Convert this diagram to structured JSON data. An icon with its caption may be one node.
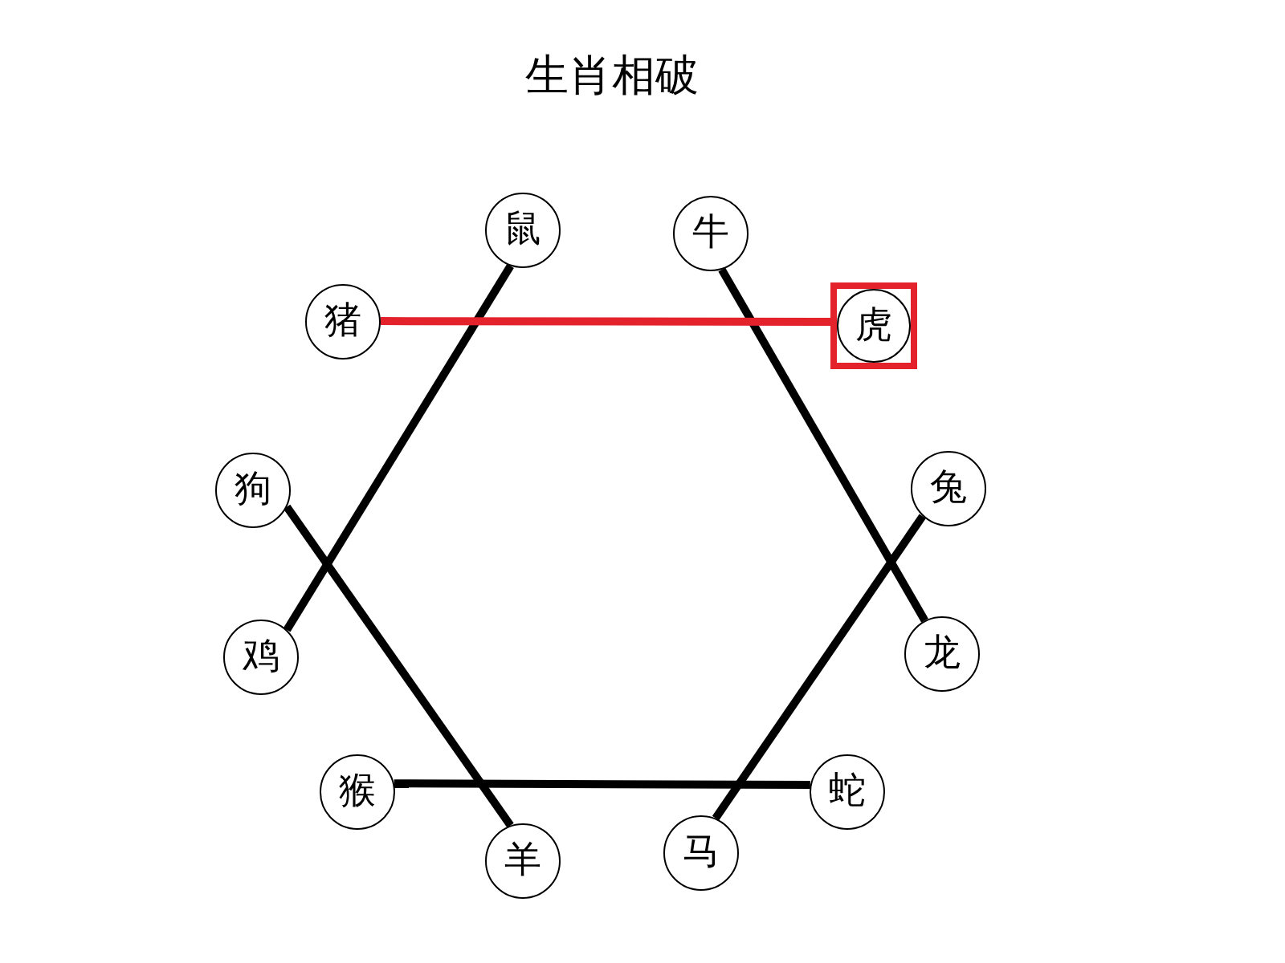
{
  "diagram": {
    "title": "生肖相破",
    "nodes": [
      {
        "text": [
          "鼠"
        ]
      },
      {
        "text": [
          "牛"
        ]
      },
      {
        "text": [],
        "shape": "box"
      },
      {
        "text": [
          "虎"
        ],
        "in": 2
      },
      {
        "text": [
          "兔"
        ]
      },
      {
        "text": [
          "龙"
        ]
      },
      {
        "text": [
          "蛇"
        ]
      },
      {
        "text": [
          "马"
        ]
      },
      {
        "text": [
          "羊"
        ]
      },
      {
        "text": [
          "猴"
        ]
      },
      {
        "text": [
          "鸡"
        ]
      },
      {
        "text": [
          "狗"
        ]
      },
      {
        "text": [
          "猪"
        ]
      }
    ],
    "edges": [
      {
        "from": 0,
        "to": 10,
        "arrow": "none"
      },
      {
        "from": 1,
        "to": 5,
        "arrow": "none"
      },
      {
        "from": 3,
        "to": 12,
        "arrow": "none",
        "color": "#e3222b"
      },
      {
        "from": 4,
        "to": 7,
        "arrow": "none"
      },
      {
        "from": 6,
        "to": 9,
        "arrow": "none"
      },
      {
        "from": 8,
        "to": 11,
        "arrow": "none"
      }
    ]
  }
}
